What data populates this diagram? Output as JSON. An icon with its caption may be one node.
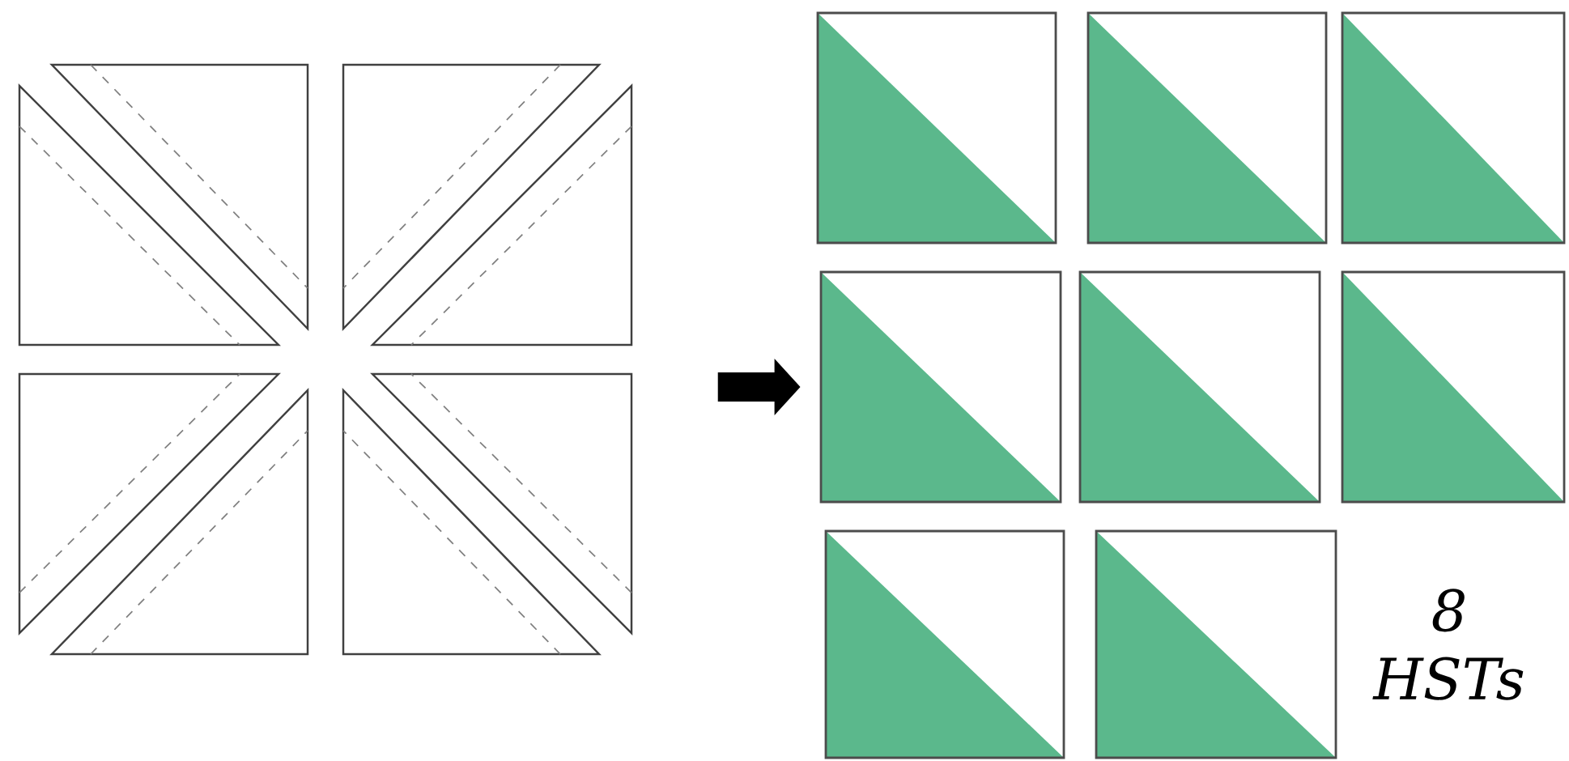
{
  "diagram": {
    "nodes": [
      {
        "text": [],
        "shape": "picture"
      },
      {
        "text": [],
        "shape": "box"
      },
      {
        "text": [],
        "shape": "box"
      },
      {
        "text": [],
        "shape": "box"
      },
      {
        "text": [],
        "shape": "box"
      },
      {
        "text": [],
        "shape": "box"
      },
      {
        "text": [],
        "shape": "box"
      },
      {
        "text": [],
        "shape": "box"
      },
      {
        "text": [],
        "shape": "box"
      }
    ],
    "edges": [
      {
        "from": 0,
        "to": 4,
        "arrow": "to"
      }
    ],
    "labels": [
      "8 HSTs"
    ]
  }
}
